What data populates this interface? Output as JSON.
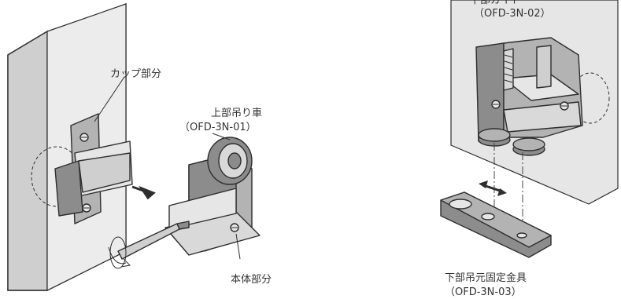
{
  "labels": {
    "cup": "カップ部分",
    "upper_roller": "上部吊り車",
    "upper_roller_code": "（OFD-3N-01）",
    "body": "本体部分",
    "lower_guide": "下部ガイド",
    "lower_guide_code": "（OFD-3N-02）",
    "lower_bracket": "下部吊元固定金具",
    "lower_bracket_code": "（OFD-3N-03）"
  },
  "colors": {
    "panel_gray": "#d9d9d9",
    "part_dark": "#8c8c8c",
    "part_mid": "#b3b3b3",
    "part_light": "#e6e6e6",
    "line": "#2e2e2e"
  }
}
